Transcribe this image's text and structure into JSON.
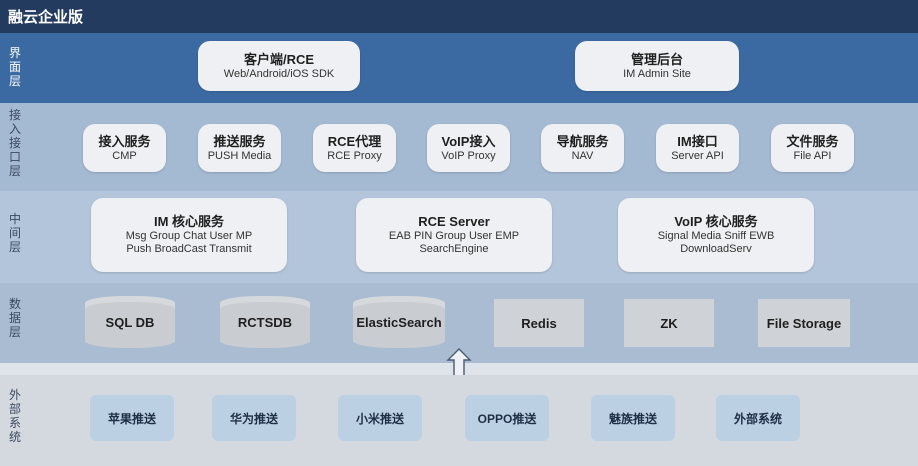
{
  "title": "融云企业版",
  "layers": {
    "ui": {
      "label": [
        "界",
        "面",
        "层"
      ],
      "boxes": [
        {
          "title": "客户端/RCE",
          "sub": "Web/Android/iOS SDK"
        },
        {
          "title": "管理后台",
          "sub": "IM Admin Site"
        }
      ]
    },
    "access": {
      "label": [
        "接",
        "入",
        "接",
        "口",
        "层"
      ],
      "boxes": [
        {
          "title": "接入服务",
          "sub": "CMP"
        },
        {
          "title": "推送服务",
          "sub": "PUSH Media"
        },
        {
          "title": "RCE代理",
          "sub": "RCE Proxy"
        },
        {
          "title": "VoIP接入",
          "sub": "VoIP Proxy"
        },
        {
          "title": "导航服务",
          "sub": "NAV"
        },
        {
          "title": "IM接口",
          "sub": "Server API"
        },
        {
          "title": "文件服务",
          "sub": "File API"
        }
      ]
    },
    "middle": {
      "label": [
        "中",
        "间",
        "层"
      ],
      "boxes": [
        {
          "title": "IM 核心服务",
          "sub1": "Msg Group Chat User MP",
          "sub2": "Push BroadCast Transmit"
        },
        {
          "title": "RCE Server",
          "sub1": "EAB PIN Group User EMP",
          "sub2": "SearchEngine"
        },
        {
          "title": "VoIP 核心服务",
          "sub1": "Signal Media Sniff EWB",
          "sub2": "DownloadServ"
        }
      ]
    },
    "data": {
      "label": [
        "数",
        "据",
        "层"
      ],
      "stores": [
        "SQL DB",
        "RCTSDB",
        "ElasticSearch",
        "Redis",
        "ZK",
        "File Storage"
      ]
    },
    "external": {
      "label": [
        "外",
        "部",
        "系",
        "统"
      ],
      "systems": [
        "苹果推送",
        "华为推送",
        "小米推送",
        "OPPO推送",
        "魅族推送",
        "外部系统"
      ]
    }
  }
}
